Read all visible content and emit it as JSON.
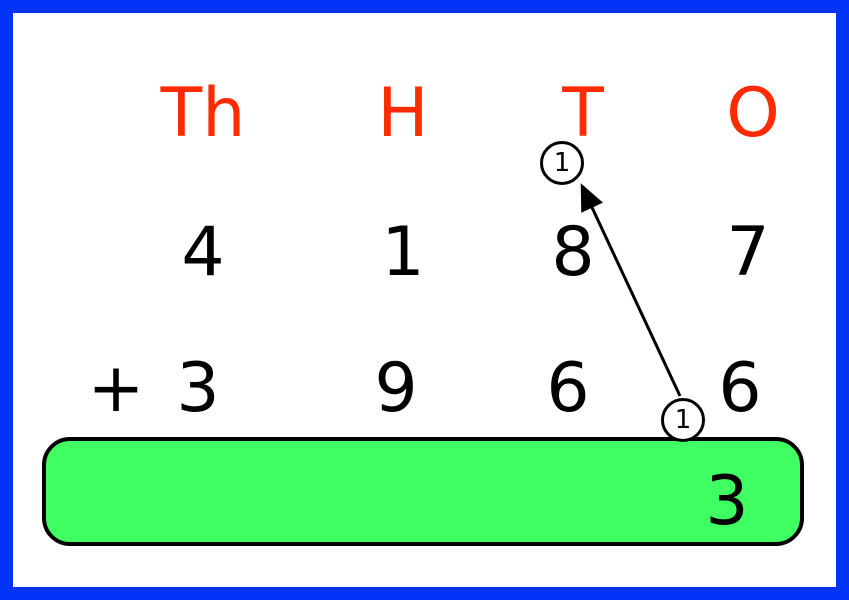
{
  "columns": {
    "thousands": "Th",
    "hundreds": "H",
    "tens": "T",
    "ones": "O"
  },
  "top_number": {
    "thousands": "4",
    "hundreds": "1",
    "tens": "8",
    "ones": "7"
  },
  "bottom_number": {
    "operator": "+",
    "thousands": "3",
    "hundreds": "9",
    "tens": "6",
    "ones": "6"
  },
  "answer": {
    "ones": "3"
  },
  "carries": {
    "tens": "1",
    "ones": "1"
  },
  "colors": {
    "frame": "#0033f5",
    "header": "#ff2a00",
    "answer_bar": "#40ff62"
  }
}
